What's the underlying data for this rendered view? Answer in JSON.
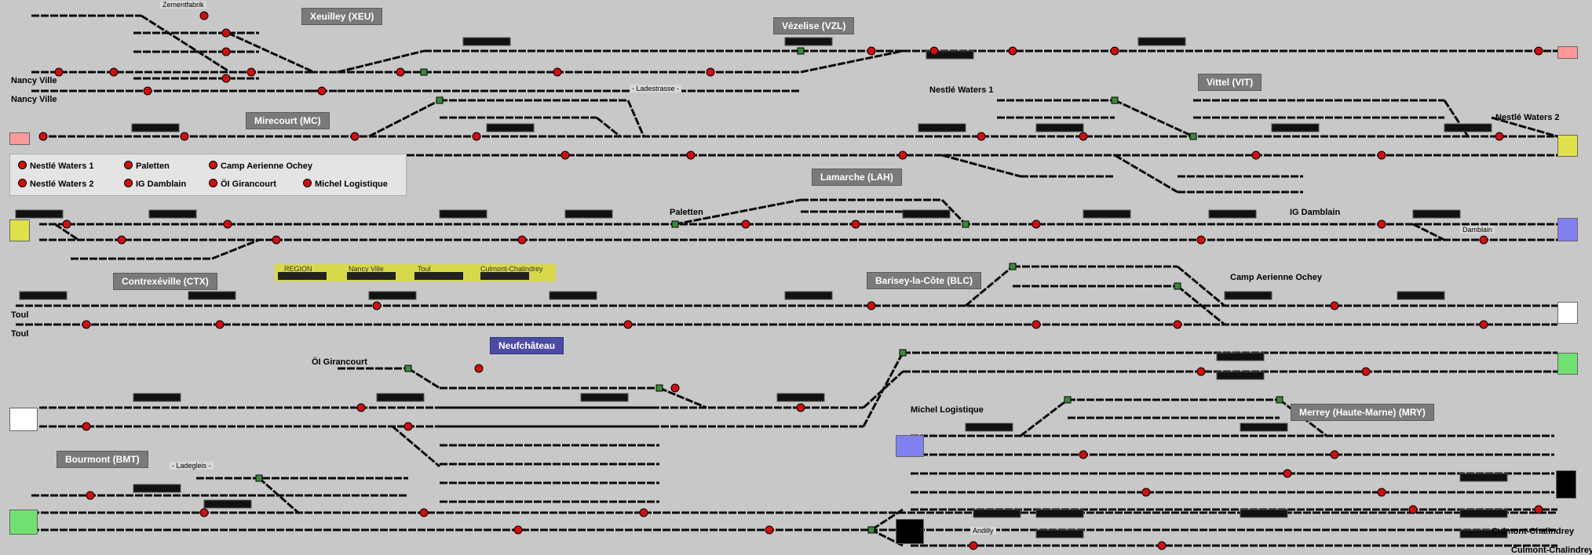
{
  "stations": [
    {
      "id": "xeu",
      "name": "Xeuilley (XEU)"
    },
    {
      "id": "vzl",
      "name": "Vézelise (VZL)"
    },
    {
      "id": "vit",
      "name": "Vittel (VIT)"
    },
    {
      "id": "mc",
      "name": "Mirecourt (MC)"
    },
    {
      "id": "lah",
      "name": "Lamarche (LAH)"
    },
    {
      "id": "ctx",
      "name": "Contrexéville (CTX)"
    },
    {
      "id": "blc",
      "name": "Barisey-la-Côte (BLC)"
    },
    {
      "id": "neuf",
      "name": "Neufchâteau"
    },
    {
      "id": "bmt",
      "name": "Bourmont (BMT)"
    },
    {
      "id": "mry",
      "name": "Merrey (Haute-Marne) (MRY)"
    }
  ],
  "sites": [
    {
      "id": "zement",
      "name": "Zementfabrik"
    },
    {
      "id": "ladestrasse",
      "name": "- Ladestrasse -"
    },
    {
      "id": "nestle1",
      "name": "Nestlé Waters 1"
    },
    {
      "id": "nestle2",
      "name": "Nestlé Waters 2"
    },
    {
      "id": "paletten",
      "name": "Paletten"
    },
    {
      "id": "igd",
      "name": "IG Damblain"
    },
    {
      "id": "damblain",
      "name": "Damblain"
    },
    {
      "id": "camp",
      "name": "Camp Aerienne Ochey"
    },
    {
      "id": "olg",
      "name": "ÖI Girancourt"
    },
    {
      "id": "ladegleis",
      "name": "- Ladegleis -"
    },
    {
      "id": "michel",
      "name": "Michel Logistique"
    },
    {
      "id": "andilly",
      "name": "Andilly"
    }
  ],
  "terminals": [
    {
      "id": "nancy1",
      "name": "Nancy Ville"
    },
    {
      "id": "nancy2",
      "name": "Nancy Ville"
    },
    {
      "id": "toul1",
      "name": "Toul"
    },
    {
      "id": "toul2",
      "name": "Toul"
    },
    {
      "id": "culmont1",
      "name": "Culmont-Chalindrey"
    },
    {
      "id": "culmont2",
      "name": "Culmont-Chalindrey"
    }
  ],
  "legend": [
    {
      "label": "Nestlé Waters 1"
    },
    {
      "label": "Paletten"
    },
    {
      "label": "Camp Aerienne Ochey"
    },
    {
      "label": "Nestlé Waters 2"
    },
    {
      "label": "IG Damblain"
    },
    {
      "label": "ÖI Girancourt"
    },
    {
      "label": "Michel Logistique"
    }
  ],
  "region_tabs": [
    "REGION",
    "Nancy Ville",
    "Toul",
    "Culmont-Chalindrey"
  ],
  "colors": {
    "background": "#c8c8c8",
    "track": "#0a0a0a",
    "signal": "#d01010",
    "station_label": "#7a7a7a",
    "blue_station": "#4c4ca6",
    "block_yellow": "#e0e04a",
    "block_blue": "#8080f0",
    "block_green": "#70e070",
    "block_pink": "#ff9a9a",
    "region_bar": "#d8d84c"
  }
}
